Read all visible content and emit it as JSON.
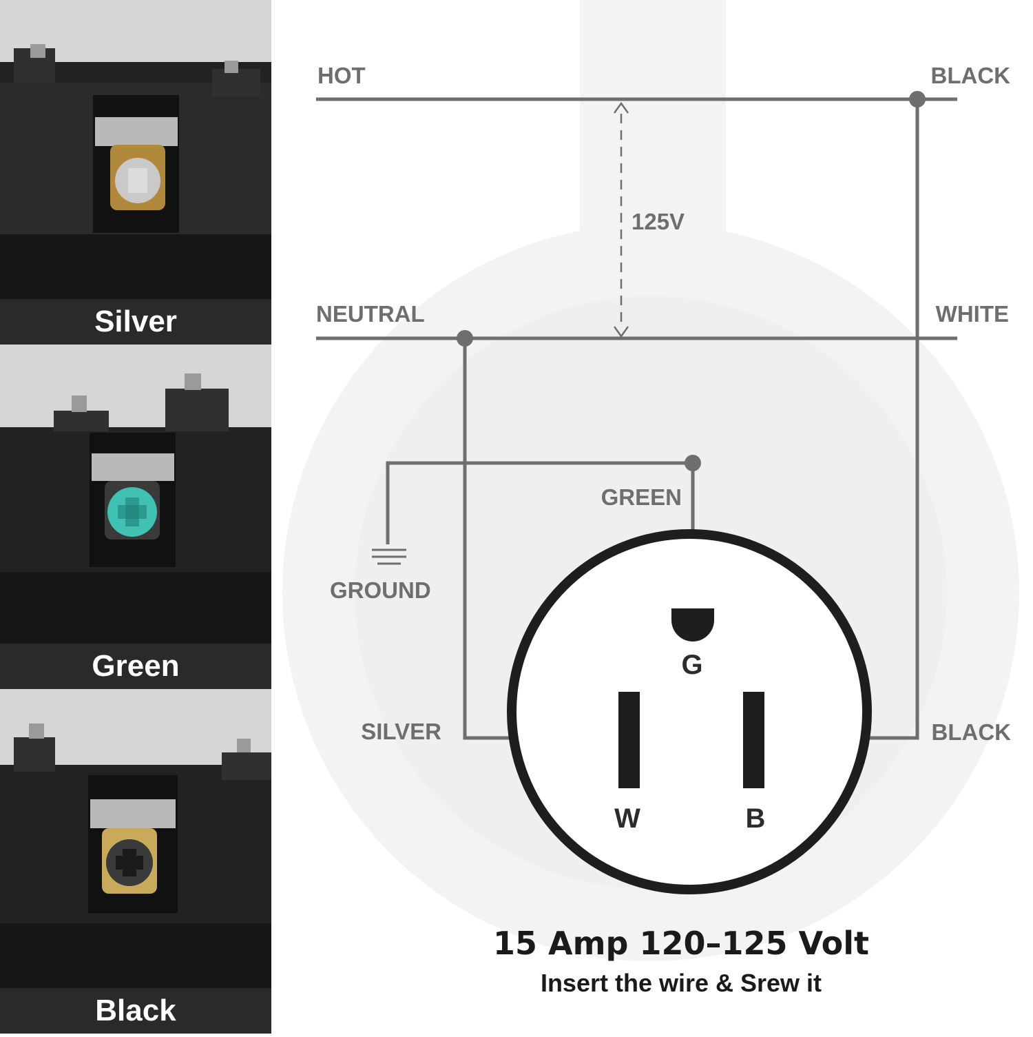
{
  "panels": [
    {
      "label": "Silver",
      "screw_color": "#c9c9c9",
      "plate_color": "#b08a3a"
    },
    {
      "label": "Green",
      "screw_color": "#3fc1b3",
      "plate_color": "#3a3a3a"
    },
    {
      "label": "Black",
      "screw_color": "#3a3a3a",
      "plate_color": "#c8aa5a"
    }
  ],
  "diagram": {
    "hot_label": "HOT",
    "hot_color_label": "BLACK",
    "neutral_label": "NEUTRAL",
    "neutral_color_label": "WHITE",
    "voltage_label": "125V",
    "green_label": "GREEN",
    "ground_label": "GROUND",
    "silver_label": "SILVER",
    "black_terminal_label": "BLACK",
    "slot_g": "G",
    "slot_w": "W",
    "slot_b": "B"
  },
  "caption": {
    "title": "15 Amp 120–125 Volt",
    "subtitle": "Insert the wire & Srew it"
  },
  "colors": {
    "wire": "#6e6e6e",
    "outlet": "#1e1e1e",
    "watermark": "#f3f3f3"
  }
}
